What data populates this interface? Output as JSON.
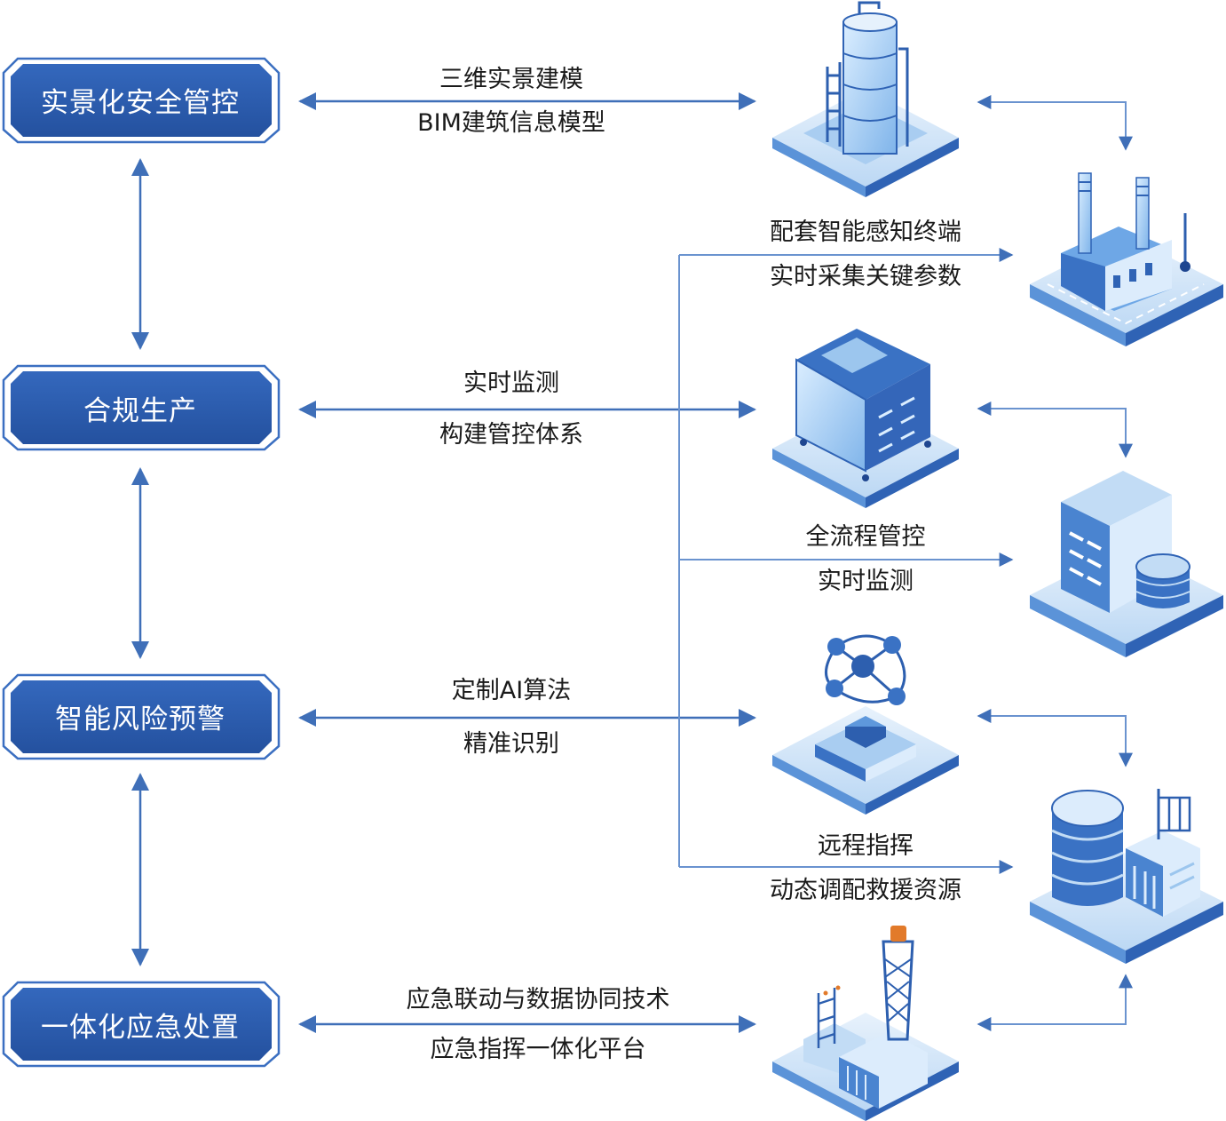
{
  "left_boxes": [
    {
      "label": "实景化安全管控"
    },
    {
      "label": "合规生产"
    },
    {
      "label": "智能风险预警"
    },
    {
      "label": "一体化应急处置"
    }
  ],
  "center_captions": [
    {
      "line1": "三维实景建模",
      "line2": "BIM建筑信息模型"
    },
    {
      "line1": "实时监测",
      "line2": "构建管控体系"
    },
    {
      "line1": "定制AI算法",
      "line2": "精准识别"
    },
    {
      "line1": "应急联动与数据协同技术",
      "line2": "应急指挥一体化平台"
    }
  ],
  "branch_captions": [
    {
      "line1": "配套智能感知终端",
      "line2": "实时采集关键参数"
    },
    {
      "line1": "全流程管控",
      "line2": "实时监测"
    },
    {
      "line1": "远程指挥",
      "line2": "动态调配救援资源"
    }
  ],
  "icons": [
    "storage-tower-icon",
    "factory-icon",
    "server-cube-icon",
    "office-building-icon",
    "network-nodes-icon",
    "database-building-icon",
    "drilling-rig-icon"
  ],
  "colors": {
    "box_fill": "#2a5cad",
    "box_border": "#2f63b5",
    "arrow": "#3f6fb8",
    "light_blue": "#9cc6ee",
    "mid_blue": "#5e98dc",
    "dark_blue": "#2d5faf"
  }
}
